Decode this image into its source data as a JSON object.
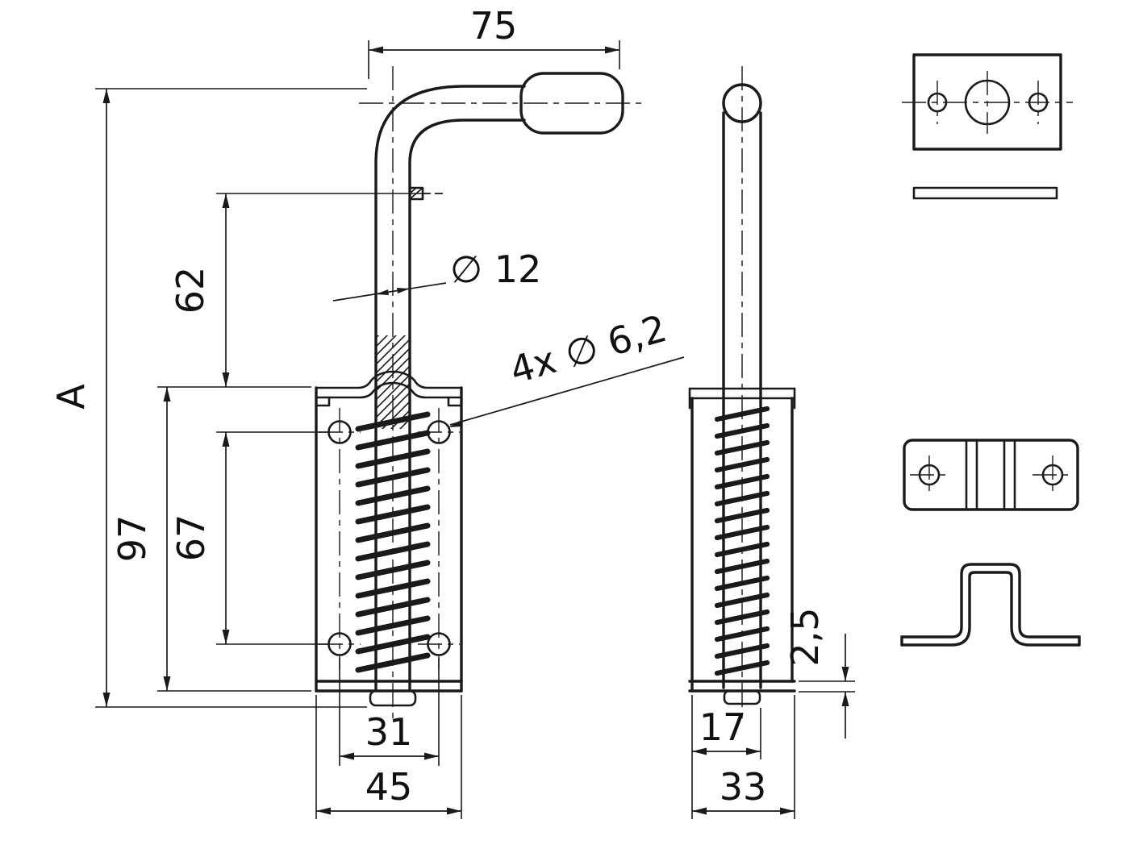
{
  "drawing": {
    "labels": {
      "handle_length": "75",
      "rod_diameter": "∅ 12",
      "mounting_holes": "4x ∅ 6,2",
      "travel_62": "62",
      "overall_A": "A",
      "plate_height_97": "97",
      "hole_pitch_67": "67",
      "hole_pitch_31": "31",
      "plate_width_45": "45",
      "depth_17": "17",
      "side_width_33": "33",
      "thickness_2_5": "2,5"
    }
  }
}
